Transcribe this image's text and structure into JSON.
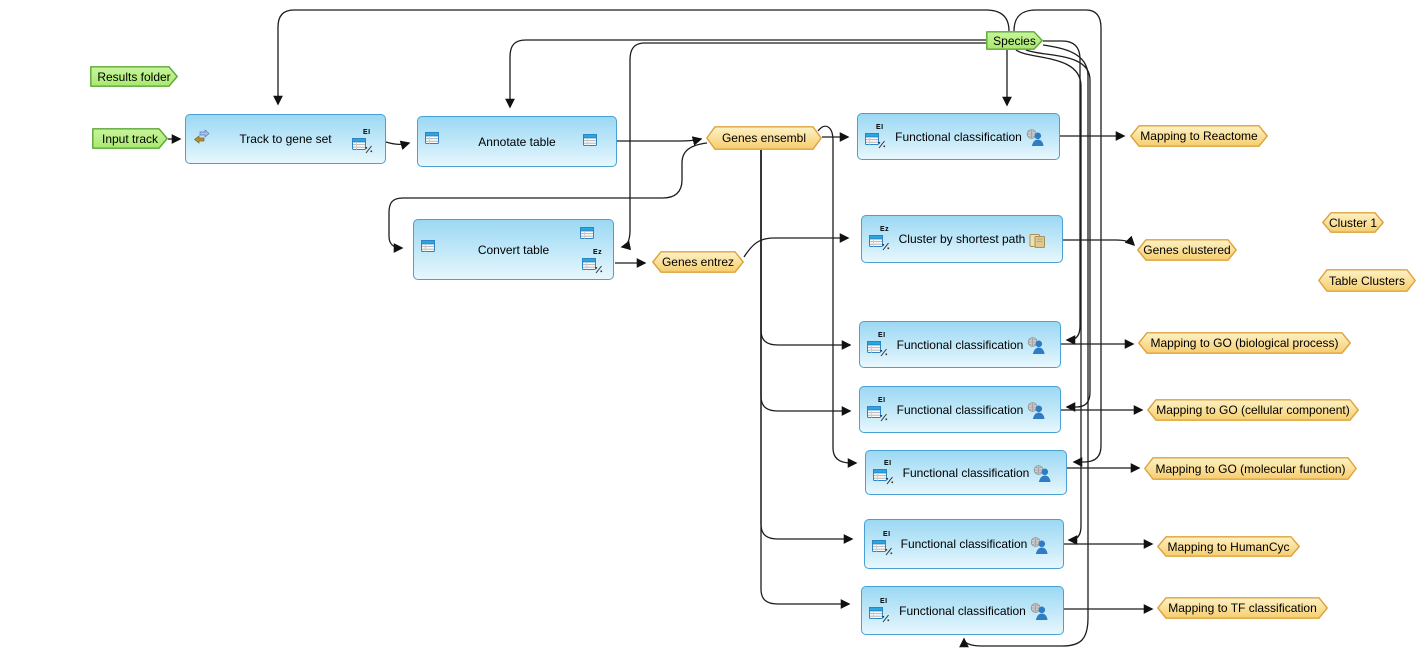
{
  "diagram": {
    "kind": "workflow",
    "nodes": [
      {
        "id": "results_folder",
        "label": "Results folder",
        "kind": "param",
        "icons": []
      },
      {
        "id": "input_track",
        "label": "Input track",
        "kind": "param",
        "icons": []
      },
      {
        "id": "species",
        "label": "Species",
        "kind": "param",
        "icons": []
      },
      {
        "id": "track_to_gene_set",
        "label": "Track to gene set",
        "kind": "process",
        "icons": [
          {
            "name": "track-icon",
            "slot": "l"
          },
          {
            "name": "table-ensembl-icon",
            "slot": "r",
            "badge": "EI"
          }
        ]
      },
      {
        "id": "annotate_table",
        "label": "Annotate table",
        "kind": "process",
        "icons": [
          {
            "name": "table-icon",
            "slot": "l"
          },
          {
            "name": "table-icon",
            "slot": "r"
          }
        ]
      },
      {
        "id": "convert_table",
        "label": "Convert table",
        "kind": "process",
        "icons": [
          {
            "name": "table-icon",
            "slot": "l"
          },
          {
            "name": "table-icon",
            "slot": "tr"
          },
          {
            "name": "table-entrez-icon",
            "slot": "br",
            "badge": "Ez"
          }
        ]
      },
      {
        "id": "genes_ensembl",
        "label": "Genes ensembl",
        "kind": "data",
        "icons": []
      },
      {
        "id": "genes_entrez",
        "label": "Genes entrez",
        "kind": "data",
        "icons": []
      },
      {
        "id": "fc_reactome",
        "label": "Functional classification",
        "kind": "process",
        "icons": [
          {
            "name": "table-ensembl-icon",
            "slot": "l",
            "badge": "EI"
          },
          {
            "name": "classification-icon",
            "slot": "r"
          }
        ]
      },
      {
        "id": "mapping_reactome",
        "label": "Mapping to Reactome",
        "kind": "data",
        "icons": []
      },
      {
        "id": "cluster_shortest_path",
        "label": "Cluster by shortest path",
        "kind": "process",
        "icons": [
          {
            "name": "table-entrez-icon",
            "slot": "l",
            "badge": "Ez"
          },
          {
            "name": "documents-icon",
            "slot": "r"
          }
        ]
      },
      {
        "id": "genes_clustered",
        "label": "Genes clustered",
        "kind": "data",
        "icons": []
      },
      {
        "id": "fc_go_bio",
        "label": "Functional classification",
        "kind": "process",
        "icons": [
          {
            "name": "table-ensembl-icon",
            "slot": "l",
            "badge": "EI"
          },
          {
            "name": "classification-icon",
            "slot": "r"
          }
        ]
      },
      {
        "id": "mapping_go_bp",
        "label": "Mapping to GO (biological process)",
        "kind": "data",
        "icons": []
      },
      {
        "id": "fc_go_cell",
        "label": "Functional classification",
        "kind": "process",
        "icons": [
          {
            "name": "table-ensembl-icon",
            "slot": "l",
            "badge": "EI"
          },
          {
            "name": "classification-icon",
            "slot": "r"
          }
        ]
      },
      {
        "id": "mapping_go_cc",
        "label": "Mapping to GO (cellular component)",
        "kind": "data",
        "icons": []
      },
      {
        "id": "fc_go_mol",
        "label": "Functional classification",
        "kind": "process",
        "icons": [
          {
            "name": "table-ensembl-icon",
            "slot": "l",
            "badge": "EI"
          },
          {
            "name": "classification-icon",
            "slot": "r"
          }
        ]
      },
      {
        "id": "mapping_go_mf",
        "label": "Mapping to GO (molecular function)",
        "kind": "data",
        "icons": []
      },
      {
        "id": "fc_humancyc",
        "label": "Functional classification",
        "kind": "process",
        "icons": [
          {
            "name": "table-ensembl-icon",
            "slot": "l",
            "badge": "EI"
          },
          {
            "name": "classification-icon",
            "slot": "r"
          }
        ]
      },
      {
        "id": "mapping_humancyc",
        "label": "Mapping to HumanCyc",
        "kind": "data",
        "icons": []
      },
      {
        "id": "fc_tf",
        "label": "Functional classification",
        "kind": "process",
        "icons": [
          {
            "name": "table-ensembl-icon",
            "slot": "l",
            "badge": "EI"
          },
          {
            "name": "classification-icon",
            "slot": "r"
          }
        ]
      },
      {
        "id": "mapping_tf",
        "label": "Mapping to TF classification",
        "kind": "data",
        "icons": []
      },
      {
        "id": "cluster_1",
        "label": "Cluster 1",
        "kind": "data",
        "icons": []
      },
      {
        "id": "table_clusters",
        "label": "Table Clusters",
        "kind": "data",
        "icons": []
      }
    ],
    "colors": {
      "process_border": "#4aa0d2",
      "process_fill_top": "#9cd8f3",
      "process_fill_bottom": "#e8f7fd",
      "param_border": "#5aa636",
      "param_fill_top": "#c9f49c",
      "param_fill_bottom": "#a8e96e",
      "data_border": "#dda23c",
      "data_fill_top": "#fdf2c6",
      "data_fill_bottom": "#f6cd6e",
      "edge": "#1c1c1c",
      "text": "#000000"
    }
  }
}
